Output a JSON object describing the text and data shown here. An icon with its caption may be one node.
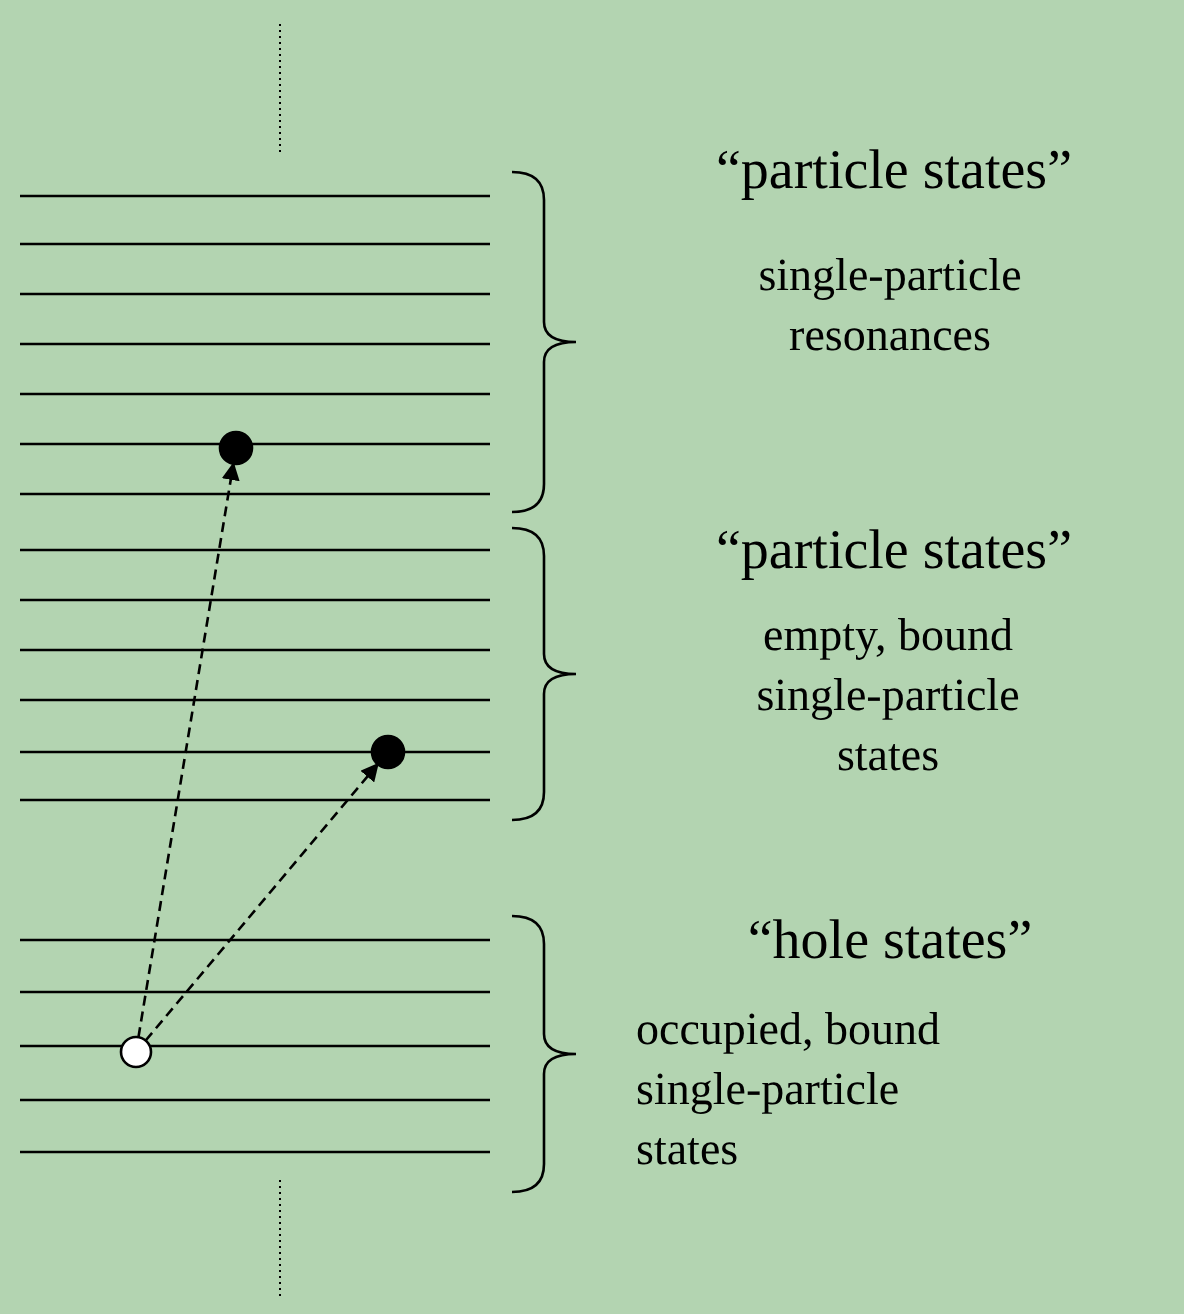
{
  "diagram": {
    "nodes": [
      {
        "text": [],
        "shape": "circle"
      },
      {
        "text": [],
        "shape": "circle"
      },
      {
        "text": [],
        "shape": "circle"
      }
    ],
    "edges": [
      {
        "from": 2,
        "to": 0,
        "arrow": "to",
        "style": "dashed"
      },
      {
        "from": 2,
        "to": 1,
        "arrow": "to",
        "style": "dashed"
      }
    ],
    "labels": [
      "“particle states”",
      "single-particle resonances",
      "“particle states”",
      "empty, bound single-particle states",
      "“hole states”",
      "occupied, bound single-particle states"
    ]
  }
}
